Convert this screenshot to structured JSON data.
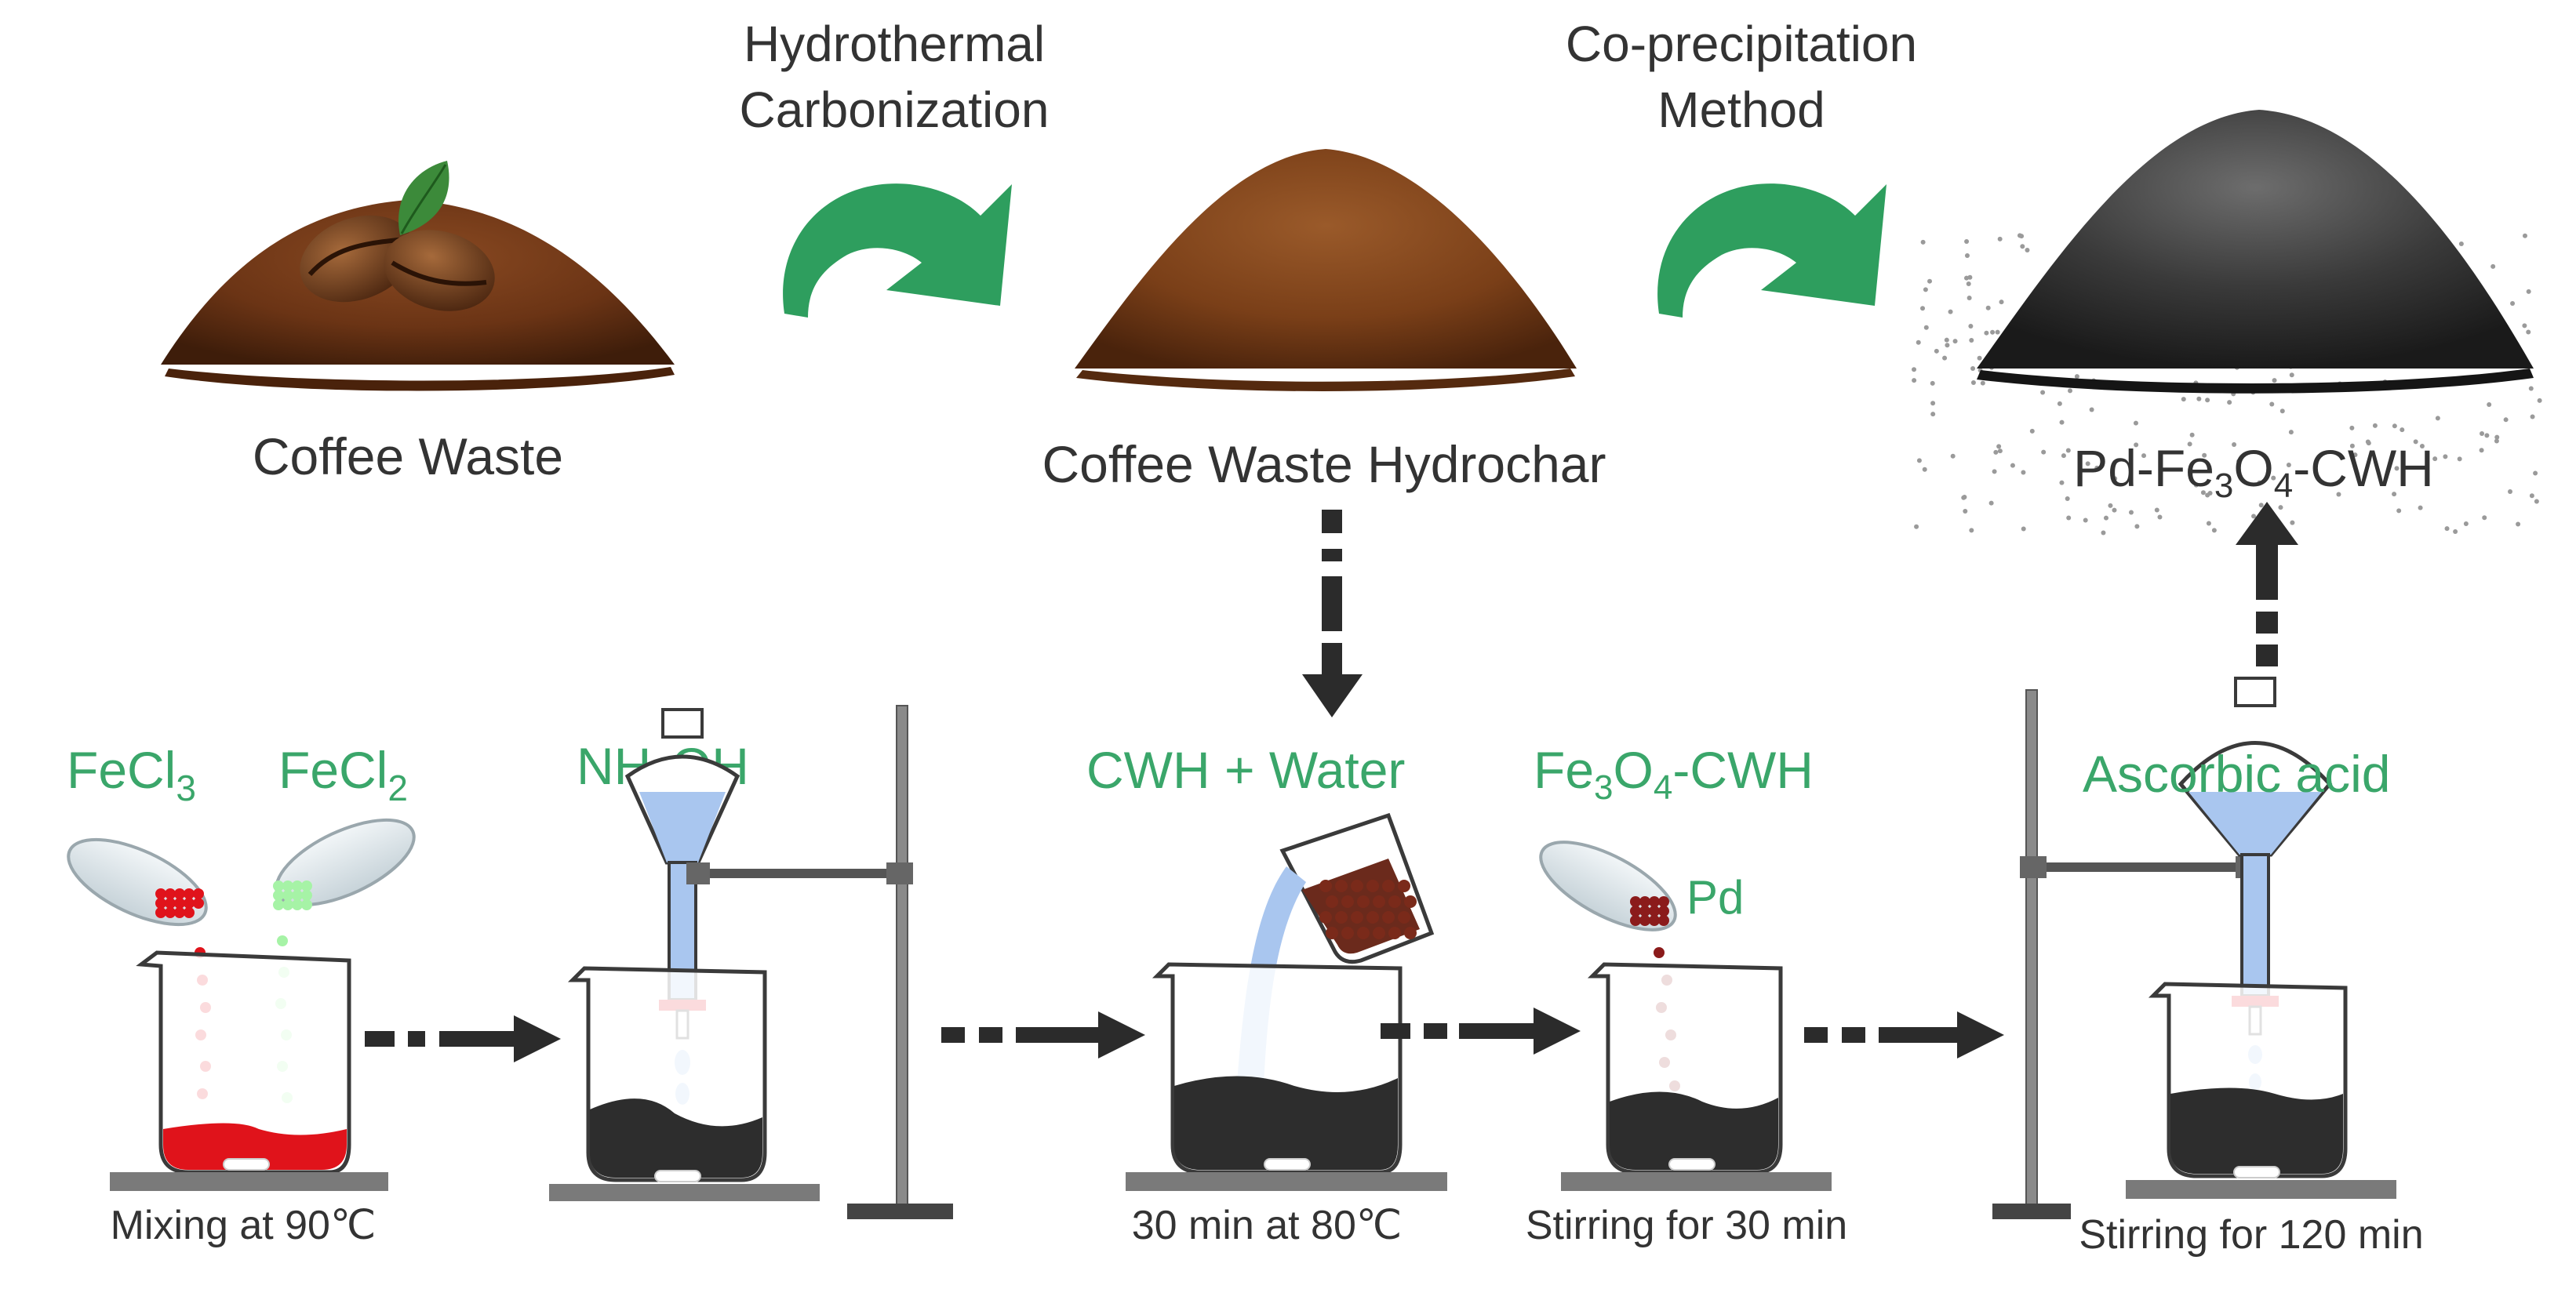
{
  "top_row": {
    "steps": [
      {
        "label": "Coffee Waste"
      },
      {
        "label": "Coffee Waste Hydrochar"
      },
      {
        "label_parts": [
          "Pd-Fe",
          "3",
          "O",
          "4",
          "-CWH"
        ]
      }
    ],
    "processes": [
      {
        "line1": "Hydrothermal",
        "line2": "Carbonization"
      },
      {
        "line1": "Co-precipitation",
        "line2": "Method"
      }
    ]
  },
  "bottom_row": {
    "reagents": {
      "fecl3": [
        "FeCl",
        "3"
      ],
      "fecl2": [
        "FeCl",
        "2"
      ],
      "nh4oh": [
        "NH",
        "4",
        "OH"
      ],
      "cwh_water": "CWH + Water",
      "fe3o4_cwh": [
        "Fe",
        "3",
        "O",
        "4",
        "-CWH"
      ],
      "pd": "Pd",
      "ascorbic": "Ascorbic acid"
    },
    "conditions": [
      "Mixing at 90℃",
      "30 min at 80℃",
      "Stirring for 30 min",
      "Stirring for 120 min"
    ]
  },
  "colors": {
    "green_text": "#3aa66a",
    "arrow_green": "#2e9e5e",
    "dark_arrow": "#2b2b2b",
    "solution_red": "#e0131b",
    "solution_black": "#2d2d2d",
    "liquid_blue": "#a9c6ef"
  }
}
